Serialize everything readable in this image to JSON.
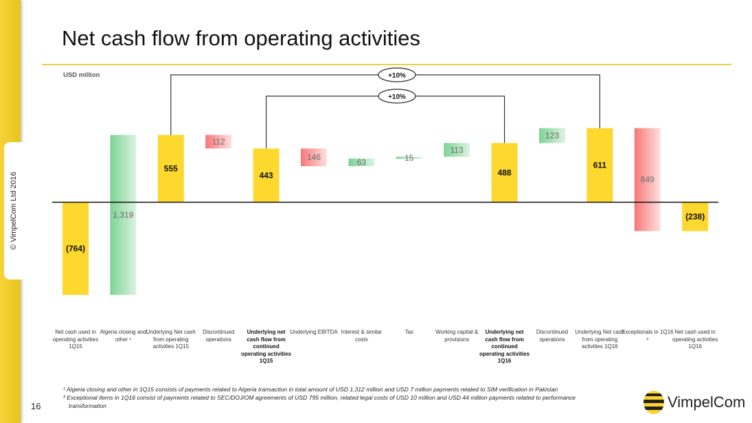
{
  "page": {
    "title": "Net cash flow from operating activities",
    "unit_label": "USD million",
    "copyright": "© VimpelCom Ltd 2016",
    "page_number": "16",
    "logo_text": "VimpelCom",
    "footnotes": [
      "¹ Algeria closing and other in 1Q15 consists of payments related to Algeria transaction in total amount of USD 1,312 million and USD 7 million payments related to SIM verification in Pakistan",
      "² Exceptional items in 1Q16 consist of payments related to SEC/DOJ/OM agreements of USD 795 million, related legal costs of USD 10 million and USD 44 million payments related to performance",
      "transformation"
    ]
  },
  "colors": {
    "total": "#fdd82f",
    "increase": "#7dd394",
    "decrease": "#f77777",
    "accent_rule": "#f0d040"
  },
  "chart_data": {
    "type": "waterfall",
    "title": "Net cash flow from operating activities",
    "ylabel": "USD million",
    "categories": [
      "Net cash used in operating activities 1Q15",
      "Algeria closing and other ¹",
      "Underlying Net cash from operating activities 1Q15",
      "Discontinued operations",
      "Underlying net cash flow from continued operating activities 1Q15",
      "Underlying EBITDA",
      "Interest & similar costs",
      "Tax",
      "Working capital & provisions",
      "Underlying net cash flow from continued operating activities 1Q16",
      "Discontinued operations",
      "Underlying Net cash from operating activities 1Q16",
      "Exceptionals in 1Q16 ²",
      "Net cash used in operating activities 1Q16"
    ],
    "bars": [
      {
        "label": "(764)",
        "kind": "total",
        "start": 0,
        "end": -764,
        "bold_label": true,
        "bold_category": false
      },
      {
        "label": "1,319",
        "kind": "increase",
        "start": -764,
        "end": 555,
        "bold_label": false,
        "bold_category": false
      },
      {
        "label": "555",
        "kind": "total",
        "start": 0,
        "end": 555,
        "bold_label": true,
        "bold_category": false
      },
      {
        "label": "112",
        "kind": "decrease",
        "start": 555,
        "end": 443,
        "bold_label": false,
        "bold_category": false
      },
      {
        "label": "443",
        "kind": "total",
        "start": 0,
        "end": 443,
        "bold_label": true,
        "bold_category": true
      },
      {
        "label": "146",
        "kind": "decrease",
        "start": 443,
        "end": 297,
        "bold_label": false,
        "bold_category": false
      },
      {
        "label": "63",
        "kind": "increase",
        "start": 297,
        "end": 360,
        "bold_label": false,
        "bold_category": false
      },
      {
        "label": "15",
        "kind": "increase",
        "start": 360,
        "end": 375,
        "bold_label": false,
        "bold_category": false
      },
      {
        "label": "113",
        "kind": "increase",
        "start": 375,
        "end": 488,
        "bold_label": false,
        "bold_category": false
      },
      {
        "label": "488",
        "kind": "total",
        "start": 0,
        "end": 488,
        "bold_label": true,
        "bold_category": true
      },
      {
        "label": "123",
        "kind": "increase",
        "start": 488,
        "end": 611,
        "bold_label": false,
        "bold_category": false
      },
      {
        "label": "611",
        "kind": "total",
        "start": 0,
        "end": 611,
        "bold_label": true,
        "bold_category": false
      },
      {
        "label": "849",
        "kind": "decrease",
        "start": 611,
        "end": -238,
        "bold_label": false,
        "bold_category": false
      },
      {
        "label": "(238)",
        "kind": "total",
        "start": 0,
        "end": -238,
        "bold_label": true,
        "bold_category": false
      }
    ],
    "annotations": [
      {
        "text": "+10%",
        "from_index": 2,
        "to_index": 11
      },
      {
        "text": "+10%",
        "from_index": 4,
        "to_index": 9
      }
    ],
    "ylim": [
      -764,
      611
    ],
    "grid": false,
    "legend": "none"
  }
}
